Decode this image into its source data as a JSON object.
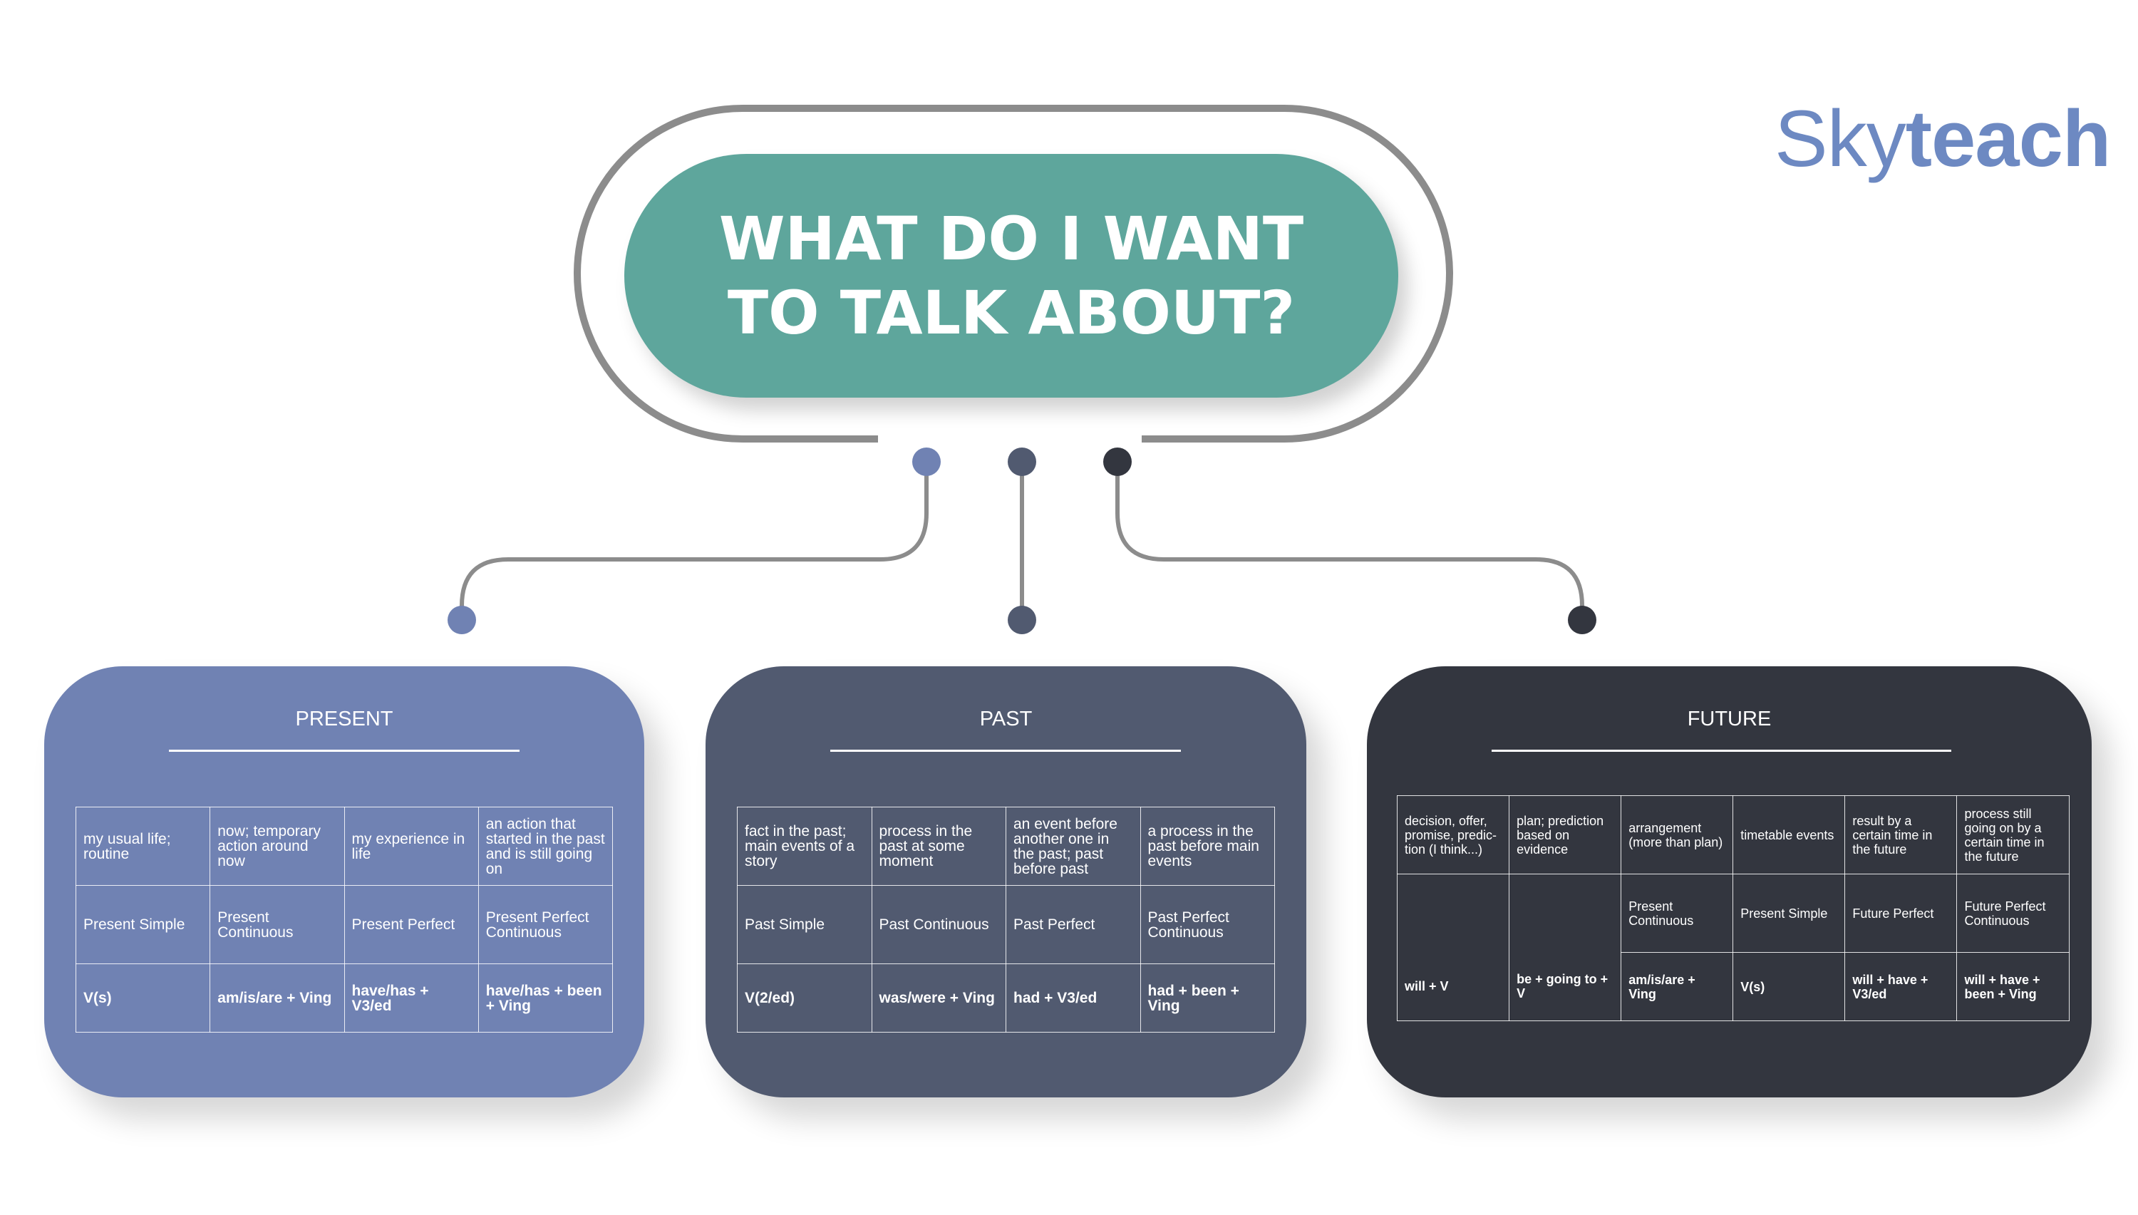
{
  "logo": {
    "part1": "Sky",
    "part2": "teach"
  },
  "title": {
    "line1": "WHAT DO I WANT",
    "line2": "TO TALK ABOUT?"
  },
  "colors": {
    "present": "#7082b3",
    "past": "#515a70",
    "future": "#33363f",
    "title": "#5ea69c",
    "connector": "#8c8c8c"
  },
  "present": {
    "heading": "PRESENT",
    "uses": [
      "my usual life; routine",
      "now; temporary action around now",
      "my experience in life",
      "an action that started in the past and is still going on"
    ],
    "tenses": [
      "Present Simple",
      "Present Continuous",
      "Present Perfect",
      "Present Perfect Continuous"
    ],
    "forms": [
      "V(s)",
      "am/is/are + Ving",
      "have/has + V3/ed",
      "have/has + been + Ving"
    ]
  },
  "past": {
    "heading": "PAST",
    "uses": [
      "fact in the past; main events of a story",
      "process in the past at some moment",
      "an event before another one in the past; past before past",
      "a process in the past before main events"
    ],
    "tenses": [
      "Past Simple",
      "Past Continuous",
      "Past Perfect",
      "Past Perfect Continuous"
    ],
    "forms": [
      "V(2/ed)",
      "was/were + Ving",
      "had + V3/ed",
      "had + been + Ving"
    ]
  },
  "future": {
    "heading": "FUTURE",
    "uses": [
      "decision, offer, promise, predic-tion (I think...)",
      "plan; prediction based on evidence",
      "arrangement (more than plan)",
      "timetable events",
      "result by a certain time in the future",
      "process still going on by a certain time in the future"
    ],
    "tenses": [
      "Present Continuous",
      "Present Simple",
      "Future Perfect",
      "Future Perfect Continuous"
    ],
    "forms": [
      "will + V",
      "be + going to + V",
      "am/is/are + Ving",
      "V(s)",
      "will + have + V3/ed",
      "will + have + been + Ving"
    ]
  }
}
